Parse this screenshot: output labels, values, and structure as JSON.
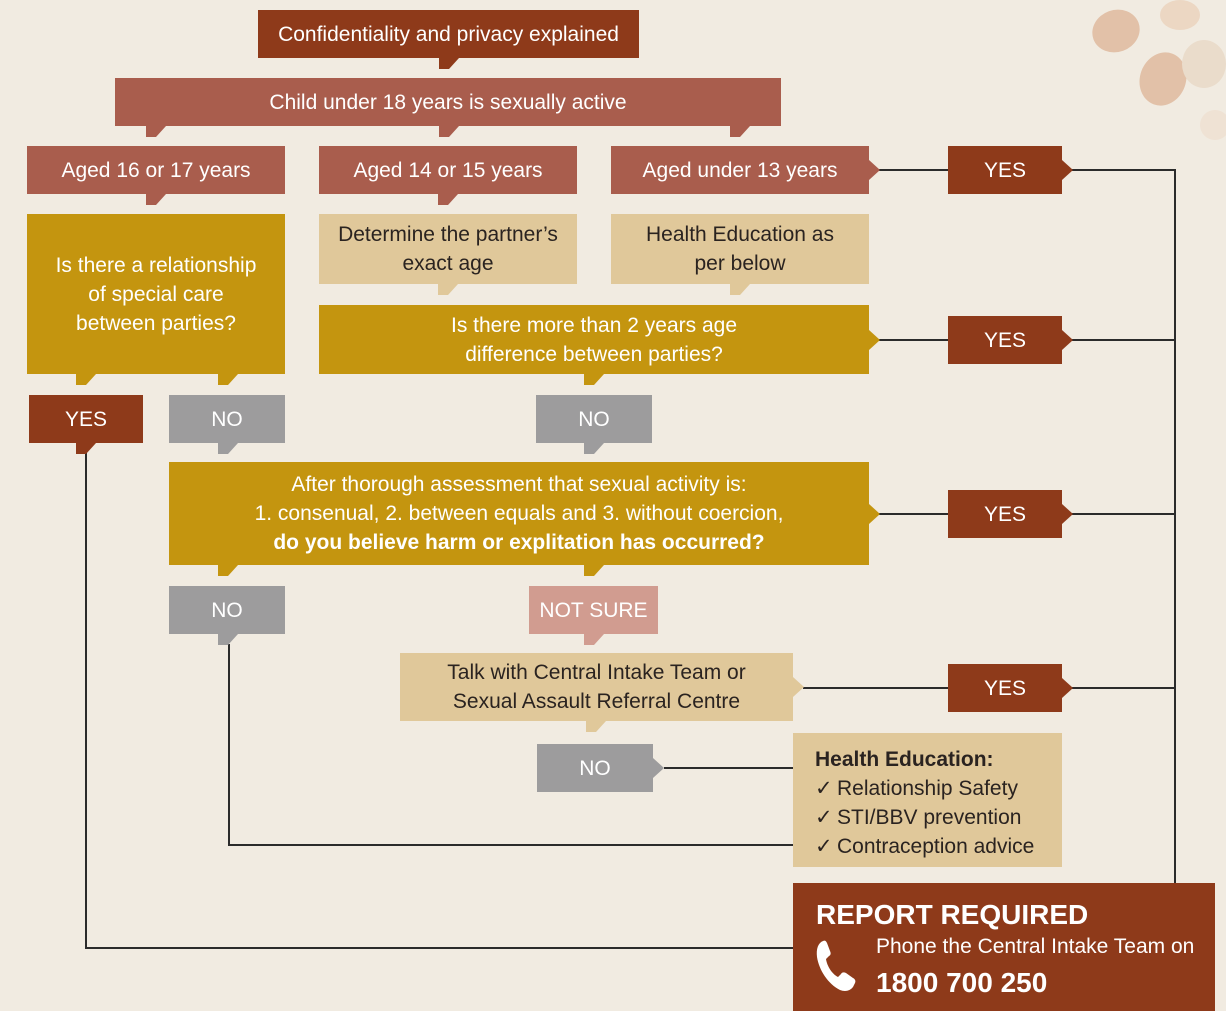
{
  "top": {
    "confidentiality": "Confidentiality and privacy explained",
    "child_active": "Child under 18 years is sexually active"
  },
  "age_groups": {
    "aged_16_17": "Aged 16 or 17 years",
    "aged_14_15": "Aged 14 or 15 years",
    "aged_under_13": "Aged under 13 years"
  },
  "questions": {
    "special_care": "Is there a relationship of special care between parties?",
    "partner_age": "Determine the partner’s exact age",
    "health_ed_per_below": "Health Education as per below",
    "age_difference": "Is there more than 2 years age difference between parties?",
    "assessment_line1": "After thorough assessment that sexual activity is:",
    "assessment_line2": "1. consenual, 2. between equals and 3. without coercion,",
    "assessment_line3": "do you believe harm or explitation has occurred?",
    "talk_with": "Talk with Central Intake Team or Sexual Assault Referral Centre"
  },
  "answers": {
    "yes": "YES",
    "no": "NO",
    "not_sure": "NOT SURE"
  },
  "health_education": {
    "title": "Health Education:",
    "items": [
      "Relationship Safety",
      "STI/BBV prevention",
      "Contraception advice"
    ]
  },
  "report": {
    "title": "REPORT REQUIRED",
    "subtitle": "Phone the Central Intake Team on",
    "phone": "1800 700 250"
  },
  "icons": [
    "phone-icon"
  ],
  "colors": {
    "background": "#f1ebe1",
    "rust": "#a95d4d",
    "dark_rust": "#8e3a1a",
    "gold": "#c4950f",
    "tan": "#e0c89a",
    "grey": "#9d9c9d",
    "pink": "#d19c90"
  }
}
